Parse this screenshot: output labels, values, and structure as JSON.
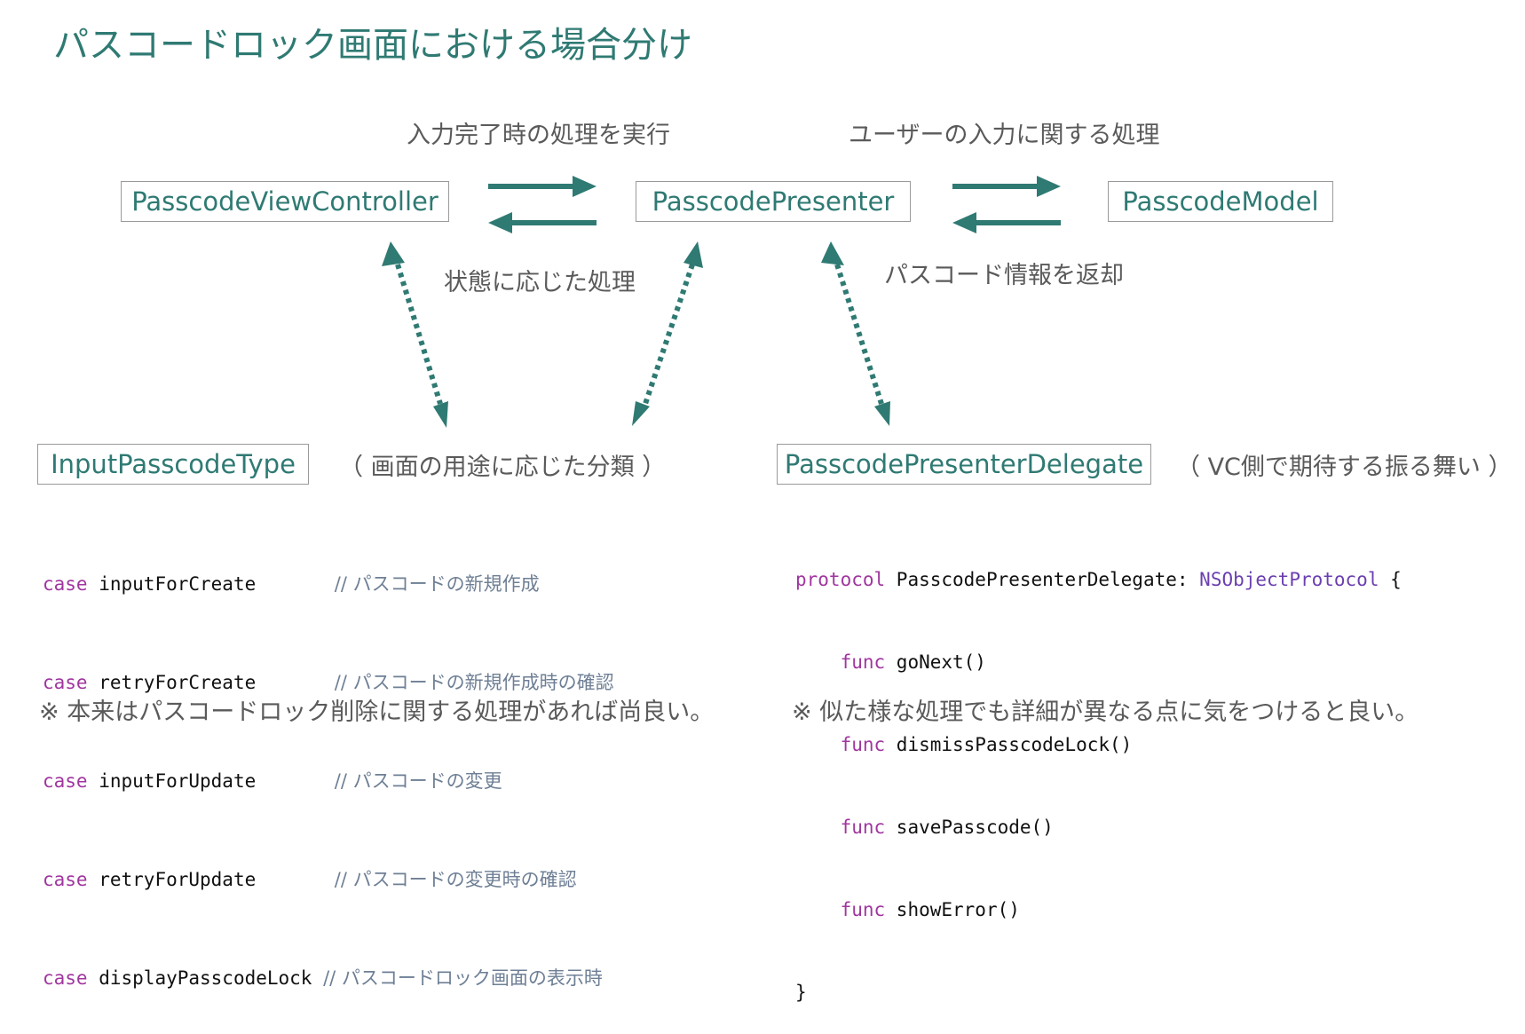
{
  "title": "パスコードロック画面における場合分け",
  "labels": {
    "vc_to_presenter": "入力完了時の処理を実行",
    "presenter_to_model": "ユーザーの入力に関する処理",
    "state_processing": "状態に応じた処理",
    "return_info": "パスコード情報を返却",
    "type_desc": "（ 画面の用途に応じた分類 ）",
    "delegate_desc": "（ VC側で期待する振る舞い ）"
  },
  "boxes": {
    "view_controller": "PasscodeViewController",
    "presenter": "PasscodePresenter",
    "model": "PasscodeModel",
    "input_type": "InputPasscodeType",
    "delegate": "PasscodePresenterDelegate"
  },
  "enum_code": [
    {
      "keyword": "case",
      "name": "inputForCreate       ",
      "comment": "// パスコードの新規作成"
    },
    {
      "keyword": "case",
      "name": "retryForCreate       ",
      "comment": "// パスコードの新規作成時の確認"
    },
    {
      "keyword": "case",
      "name": "inputForUpdate       ",
      "comment": "// パスコードの変更"
    },
    {
      "keyword": "case",
      "name": "retryForUpdate       ",
      "comment": "// パスコードの変更時の確認"
    },
    {
      "keyword": "case",
      "name": "displayPasscodeLock ",
      "comment": "// パスコードロック画面の表示時"
    }
  ],
  "protocol_code": {
    "keyword": "protocol",
    "name": " PasscodePresenterDelegate: ",
    "parent": "NSObjectProtocol",
    "open": " {",
    "funcs": [
      {
        "keyword": "func",
        "name": " goNext()"
      },
      {
        "keyword": "func",
        "name": " dismissPasscodeLock()"
      },
      {
        "keyword": "func",
        "name": " savePasscode()"
      },
      {
        "keyword": "func",
        "name": " showError()"
      }
    ],
    "close": "}"
  },
  "notes": {
    "left": "※ 本来はパスコードロック削除に関する処理があれば尚良い。",
    "right": "※ 似た様な処理でも詳細が異なる点に気をつけると良い。"
  },
  "colors": {
    "accent": "#2f7a73",
    "keyword": "#a0369f",
    "type": "#6b3fb0",
    "comment": "#6e7f95",
    "text": "#5a5a5a"
  }
}
